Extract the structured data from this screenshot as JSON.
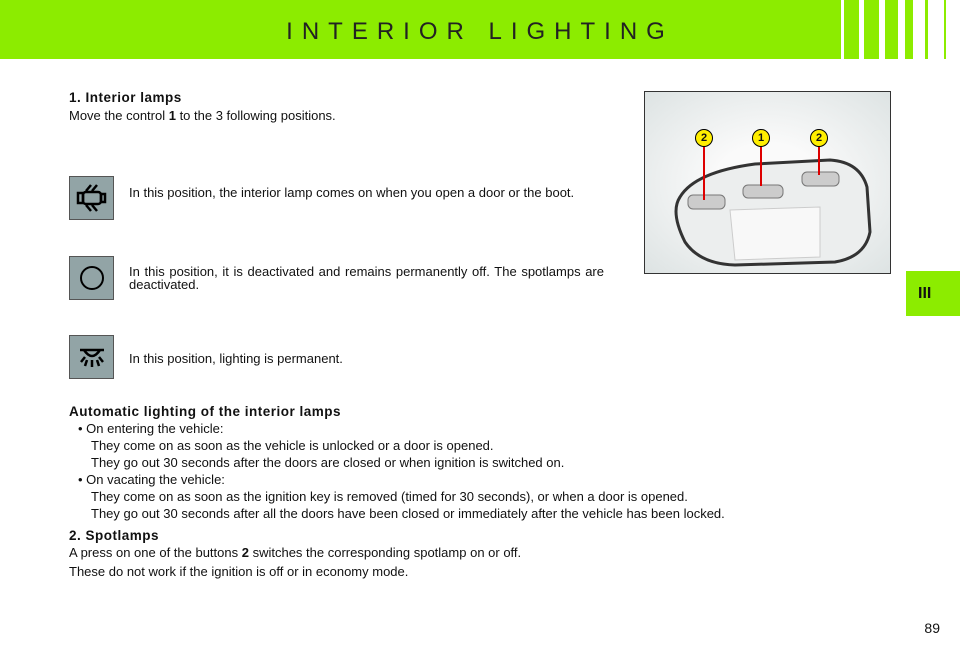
{
  "header": {
    "title": "INTERIOR LIGHTING"
  },
  "chapter_tab": "III",
  "section1": {
    "heading": "1.  Interior lamps",
    "intro_pre": "Move the control ",
    "intro_bold": "1",
    "intro_post": " to the 3 following positions.",
    "positions": [
      {
        "icon": "door-lamp-icon",
        "text": "In this position, the interior lamp comes on when you open a door or the boot."
      },
      {
        "icon": "off-circle-icon",
        "text": "In this position, it is deactivated and remains permanently off. The spotlamps are deactivated."
      },
      {
        "icon": "lamp-on-icon",
        "text": "In this position, lighting is permanent."
      }
    ]
  },
  "figure": {
    "callouts": [
      "2",
      "1",
      "2"
    ]
  },
  "auto": {
    "heading": "Automatic lighting of the interior lamps",
    "items": [
      {
        "bullet": "• On entering the vehicle:",
        "lines": [
          "They come on as soon as the vehicle is unlocked or a door is opened.",
          "They go out 30 seconds after the doors are closed or when ignition is switched on."
        ]
      },
      {
        "bullet": "• On vacating the vehicle:",
        "lines": [
          "They come on as soon as the ignition key is removed (timed for 30 seconds), or when a door is opened.",
          "They go out 30 seconds after all the doors have been closed or immediately after the vehicle has been locked."
        ]
      }
    ]
  },
  "section2": {
    "heading": "2.  Spotlamps",
    "line1_pre": "A press on one of the buttons ",
    "line1_bold": "2",
    "line1_post": " switches the corresponding spotlamp on or off.",
    "line2": "These do not work if the ignition is off or in economy mode."
  },
  "page_number": "89",
  "colors": {
    "accent": "#8cec00",
    "icon_bg": "#92a4a6"
  }
}
